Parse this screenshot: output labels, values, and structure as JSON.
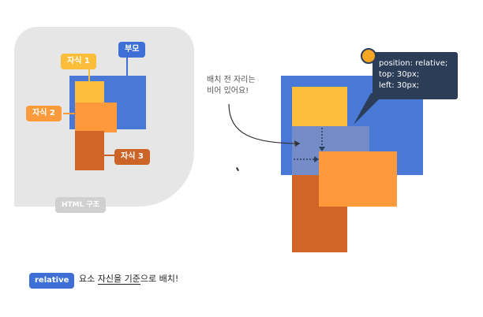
{
  "left_diagram": {
    "parent_label": "부모",
    "child1_label": "자식 1",
    "child2_label": "자식 2",
    "child3_label": "자식 3",
    "html_label": "HTML 구조"
  },
  "right_diagram": {
    "note": [
      "배치 전 자리는",
      "비어 있어요!"
    ],
    "tooltip_lines": [
      "position: relative;",
      "top: 30px;",
      "left: 30px;"
    ]
  },
  "caption": {
    "badge": "relative",
    "text_before": "요소 ",
    "text_underlined": "자신을 기준",
    "text_after": "으로 배치!"
  },
  "colors": {
    "parent_blue": "#4a78d6",
    "child1_yellow": "#fdbd3e",
    "child2_orange": "#fe9a3c",
    "child3_brown": "#cf6628",
    "tooltip_navy": "#2b3d57"
  }
}
